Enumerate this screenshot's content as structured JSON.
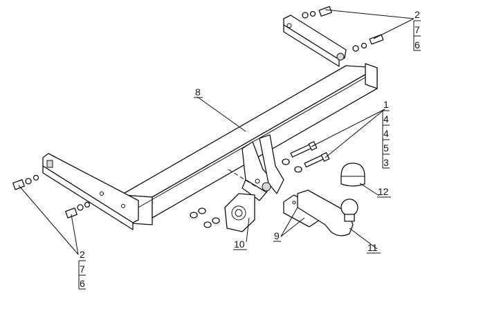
{
  "callouts": {
    "top_right": [
      "2",
      "7",
      "6"
    ],
    "bottom_left": [
      "2",
      "7",
      "6"
    ],
    "right_stack": [
      "1",
      "4",
      "4",
      "5",
      "3"
    ],
    "beam": "8",
    "socket_plate": "10",
    "clamp": "9",
    "tow_ball": "11",
    "ball_cap": "12"
  }
}
